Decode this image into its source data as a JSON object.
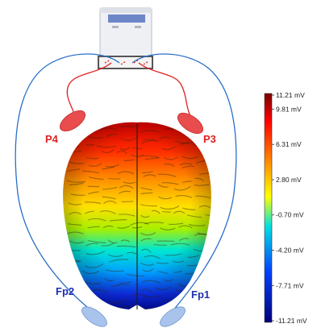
{
  "electrodes": {
    "p4": "P4",
    "p3": "P3",
    "fp2": "Fp2",
    "fp1": "Fp1"
  },
  "colorbar": {
    "ticks": [
      "11.21 mV",
      "9.81 mV",
      "6.31 mV",
      "2.80 mV",
      "-0.70 mV",
      "-4.20 mV",
      "-7.71 mV",
      "-11.21 mV"
    ],
    "max_mV": 11.21,
    "min_mV": -11.21,
    "colormap": [
      "#7a0000",
      "#ff0000",
      "#ff8c00",
      "#ffff00",
      "#00e0e0",
      "#0040ff",
      "#00007a"
    ]
  },
  "colors": {
    "posterior_electrode": "#e84c4c",
    "posterior_label": "#e02020",
    "anterior_electrode": "#a9c4ec",
    "anterior_label": "#2030b0",
    "red_wire": "#e02020",
    "blue_wire": "#2a6fc9"
  },
  "icons": {
    "amplifier": "eeg-amplifier-device-icon",
    "brain": "brain-top-view-icon"
  }
}
